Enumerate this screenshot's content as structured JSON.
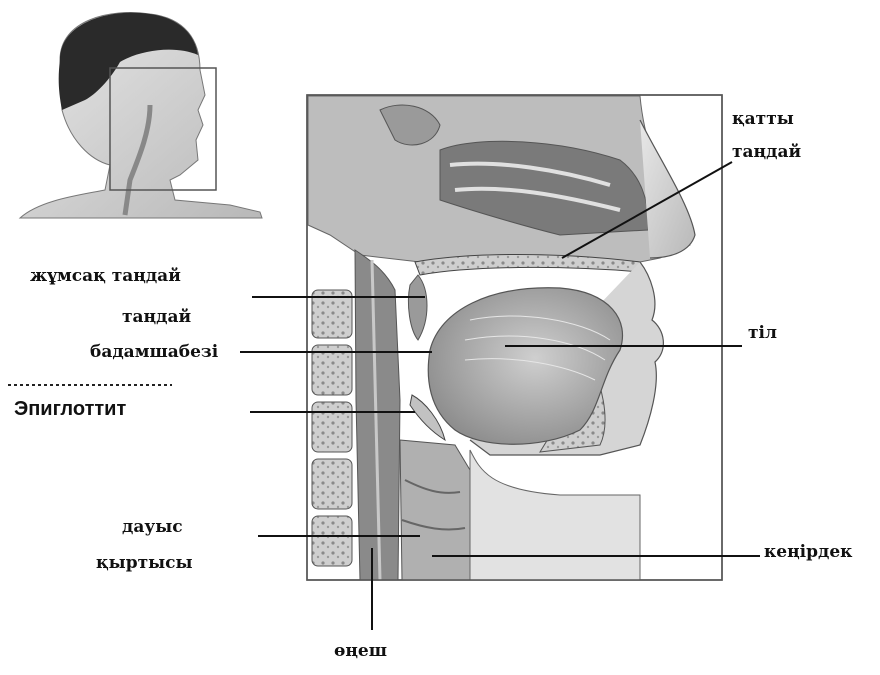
{
  "labels": {
    "hard_palate_line1": "қатты",
    "hard_palate_line2": "таңдай",
    "soft_palate": "жұмсақ таңдай",
    "tonsil_line1": "таңдай",
    "tonsil_line2": "бадамшабезі",
    "tongue": "тіл",
    "epiglottis": "Эпиглоттит",
    "vocal_cord_line1": "дауыс",
    "vocal_cord_line2": "қыртысы",
    "trachea": "кеңірдек",
    "esophagus": "өңеш"
  },
  "colors": {
    "ink": "#111111",
    "tissue_light": "#d8d8d8",
    "tissue_mid": "#a8a8a8",
    "tissue_dark": "#6a6a6a",
    "frame": "#555555"
  },
  "icons": [
    "head-thumbnail-icon",
    "sagittal-section-illustration"
  ]
}
